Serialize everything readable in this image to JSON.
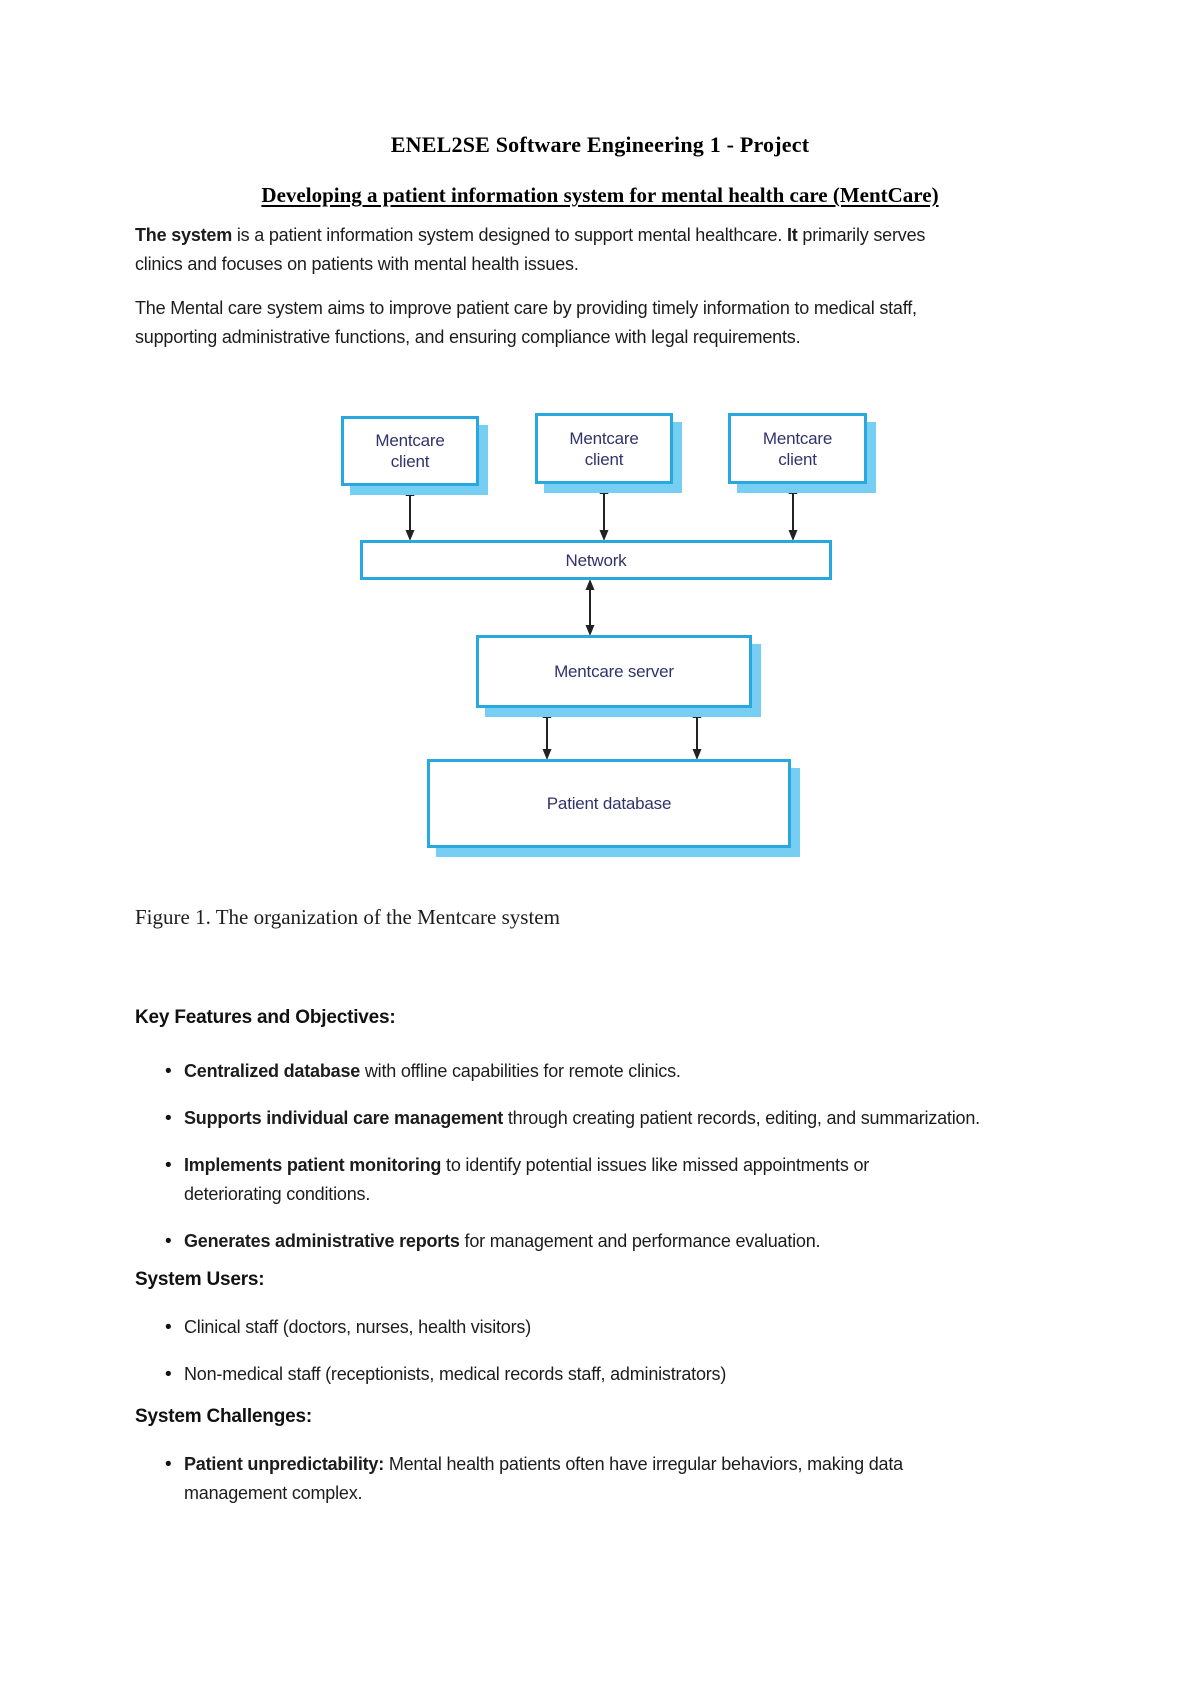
{
  "doc": {
    "title": "ENEL2SE Software Engineering 1 - Project",
    "subtitle": "Developing a patient information system for mental health care (MentCare)",
    "intro": {
      "bold_lead": "The system",
      "text_mid": " is a patient information system designed to support mental healthcare. ",
      "bold_it": "It",
      "text_end": " primarily serves clinics and focuses on patients with mental health issues."
    },
    "aims": "The Mental care system aims to improve patient care by providing timely information to medical staff, supporting administrative functions, and ensuring compliance with legal requirements.",
    "figure_caption": "Figure 1. The organization of the Mentcare system",
    "diagram": {
      "client_label": "Mentcare client",
      "network_label": "Network",
      "server_label": "Mentcare server",
      "database_label": "Patient database",
      "colors": {
        "box_border": "#29a8e0",
        "box_shadow": "#76cff2",
        "label_text": "#30336b",
        "arrow": "#222222"
      }
    },
    "sections": [
      {
        "heading": "Key Features and Objectives:",
        "items": [
          {
            "lead": "Centralized database",
            "rest": " with offline capabilities for remote clinics."
          },
          {
            "lead": "Supports individual care management",
            "rest": " through creating patient records, editing, and summarization."
          },
          {
            "lead": "Implements patient monitoring",
            "rest": " to identify potential issues like missed appointments or deteriorating conditions."
          },
          {
            "lead": "Generates administrative reports",
            "rest": " for management and performance evaluation."
          }
        ]
      },
      {
        "heading": "System Users:",
        "items": [
          {
            "lead": "",
            "rest": "Clinical staff (doctors, nurses, health visitors)"
          },
          {
            "lead": "",
            "rest": "Non-medical staff (receptionists, medical records staff, administrators)"
          }
        ]
      },
      {
        "heading": "System Challenges:",
        "items": [
          {
            "lead": "Patient unpredictability:",
            "rest": " Mental health patients often have irregular behaviors, making data management complex."
          }
        ]
      }
    ]
  }
}
